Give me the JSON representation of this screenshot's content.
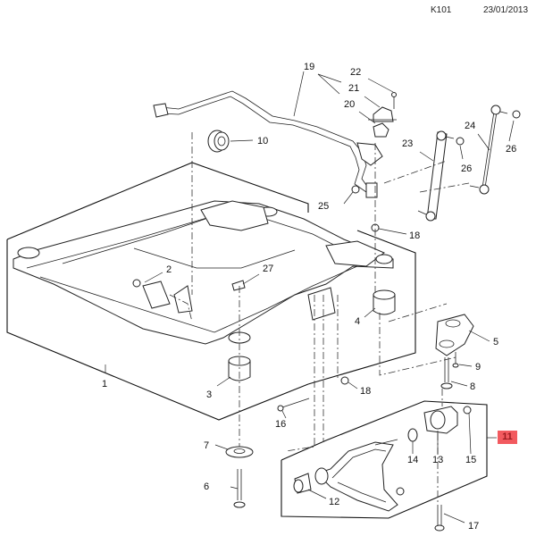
{
  "header": {
    "code": "K101",
    "date": "23/01/2013"
  },
  "highlight": {
    "label": "11",
    "color": "#f25a5f",
    "text_color": "#9a1a1f"
  },
  "callouts": [
    {
      "id": "c1",
      "label": "1"
    },
    {
      "id": "c2",
      "label": "2"
    },
    {
      "id": "c3",
      "label": "3"
    },
    {
      "id": "c4",
      "label": "4"
    },
    {
      "id": "c5",
      "label": "5"
    },
    {
      "id": "c6",
      "label": "6"
    },
    {
      "id": "c7",
      "label": "7"
    },
    {
      "id": "c8",
      "label": "8"
    },
    {
      "id": "c9",
      "label": "9"
    },
    {
      "id": "c10",
      "label": "10"
    },
    {
      "id": "c12",
      "label": "12"
    },
    {
      "id": "c13",
      "label": "13"
    },
    {
      "id": "c14",
      "label": "14"
    },
    {
      "id": "c15",
      "label": "15"
    },
    {
      "id": "c16",
      "label": "16"
    },
    {
      "id": "c17",
      "label": "17"
    },
    {
      "id": "c18a",
      "label": "18"
    },
    {
      "id": "c18b",
      "label": "18"
    },
    {
      "id": "c19",
      "label": "19"
    },
    {
      "id": "c20",
      "label": "20"
    },
    {
      "id": "c21",
      "label": "21"
    },
    {
      "id": "c22",
      "label": "22"
    },
    {
      "id": "c23",
      "label": "23"
    },
    {
      "id": "c24",
      "label": "24"
    },
    {
      "id": "c25",
      "label": "25"
    },
    {
      "id": "c26a",
      "label": "26"
    },
    {
      "id": "c26b",
      "label": "26"
    },
    {
      "id": "c27",
      "label": "27"
    }
  ]
}
